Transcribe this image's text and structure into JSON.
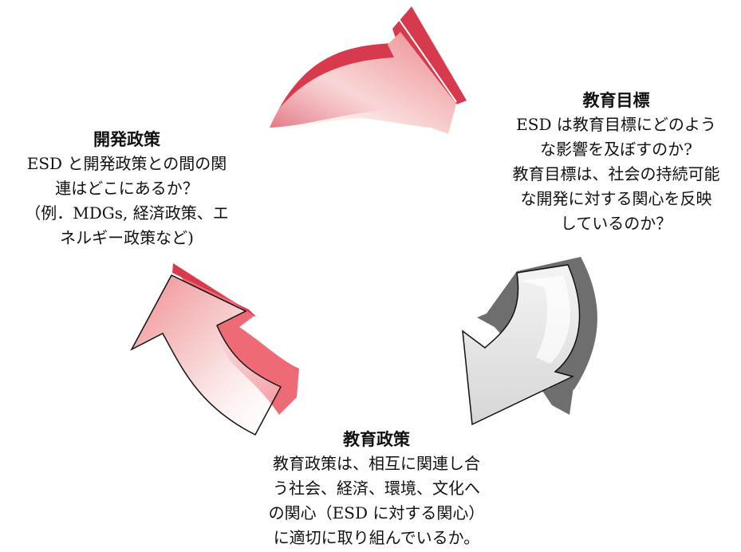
{
  "diagram": {
    "nodes": {
      "development_policy": {
        "title": "開発政策",
        "lines": [
          "ESD と開発政策との間の関",
          "連はどこにあるか？",
          "（例．MDGs, 経済政策、エ",
          "ネルギー政策など)"
        ]
      },
      "education_goals": {
        "title": "教育目標",
        "lines": [
          "ESD は教育目標にどのよう",
          "な影響を及ぼすのか?",
          "教育目標は、社会の持続可能",
          "な開発に対する関心を反映",
          "しているのか？"
        ]
      },
      "education_policy": {
        "title": "教育政策",
        "lines": [
          "教育政策は、相互に関連し合",
          "う社会、経済、環境、文化へ",
          "の関心（ESD に対する関心）",
          "に適切に取り組んでいるか。"
        ]
      }
    },
    "colors": {
      "red_dark": "#d63a4c",
      "red_light": "#ee6a74",
      "pink_fade": "#fbe1e1",
      "gray_dark": "#6e6e6e",
      "gray_light": "#e6e6e6"
    }
  }
}
